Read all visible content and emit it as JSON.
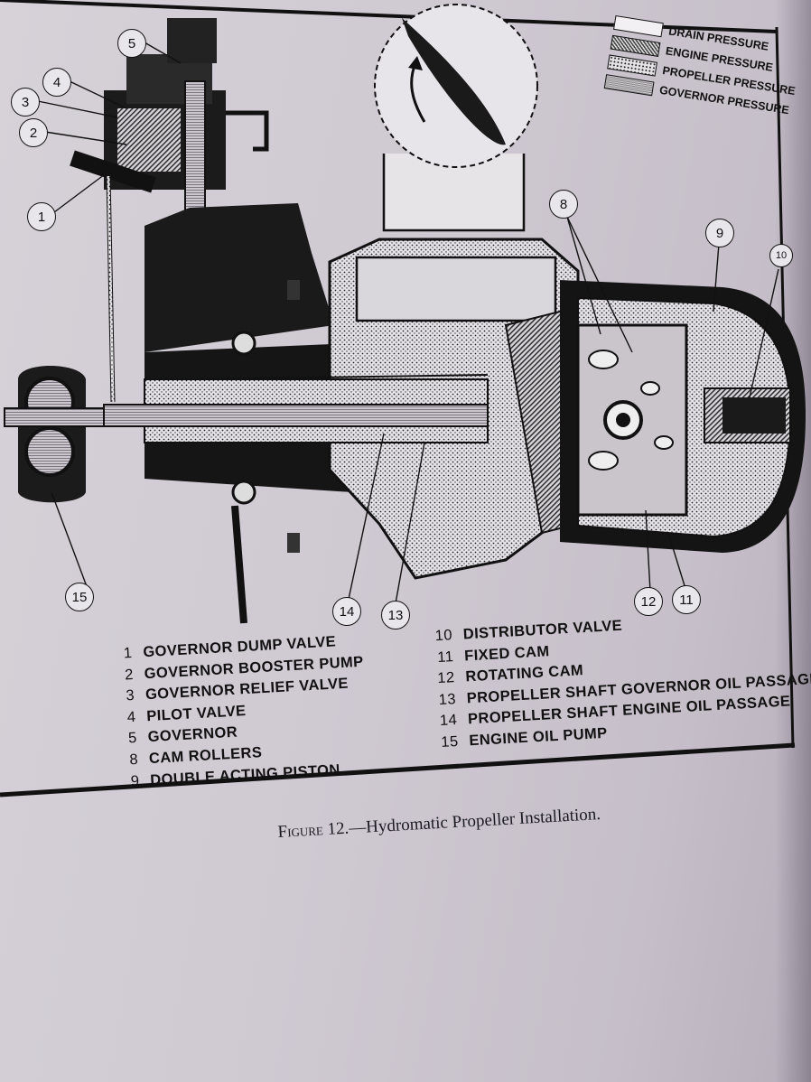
{
  "key": [
    {
      "label": "DRAIN PRESSURE",
      "swatch": "drain"
    },
    {
      "label": "ENGINE PRESSURE",
      "swatch": "engine"
    },
    {
      "label": "PROPELLER PRESSURE",
      "swatch": "prop"
    },
    {
      "label": "GOVERNOR PRESSURE",
      "swatch": "gov"
    }
  ],
  "callouts": [
    "1",
    "2",
    "3",
    "4",
    "5",
    "8",
    "9",
    "10",
    "11",
    "12",
    "13",
    "14",
    "15"
  ],
  "parts_left": [
    {
      "num": "1",
      "name": "GOVERNOR DUMP VALVE"
    },
    {
      "num": "2",
      "name": "GOVERNOR BOOSTER PUMP"
    },
    {
      "num": "3",
      "name": "GOVERNOR RELIEF VALVE"
    },
    {
      "num": "4",
      "name": "PILOT VALVE"
    },
    {
      "num": "5",
      "name": "GOVERNOR"
    },
    {
      "num": "8",
      "name": "CAM ROLLERS"
    },
    {
      "num": "9",
      "name": "DOUBLE ACTING PISTON"
    }
  ],
  "parts_right": [
    {
      "num": "10",
      "name": "DISTRIBUTOR VALVE"
    },
    {
      "num": "11",
      "name": "FIXED CAM"
    },
    {
      "num": "12",
      "name": "ROTATING CAM"
    },
    {
      "num": "13",
      "name": "PROPELLER SHAFT GOVERNOR OIL PASSAGE"
    },
    {
      "num": "14",
      "name": "PROPELLER SHAFT ENGINE OIL PASSAGE"
    },
    {
      "num": "15",
      "name": "ENGINE OIL PUMP"
    }
  ],
  "caption": {
    "prefix": "Figure 12.",
    "text": "—Hydromatic Propeller Installation."
  },
  "colors": {
    "ink": "#111111",
    "paper": "#d2cdd4",
    "shade": "#3a3540"
  }
}
